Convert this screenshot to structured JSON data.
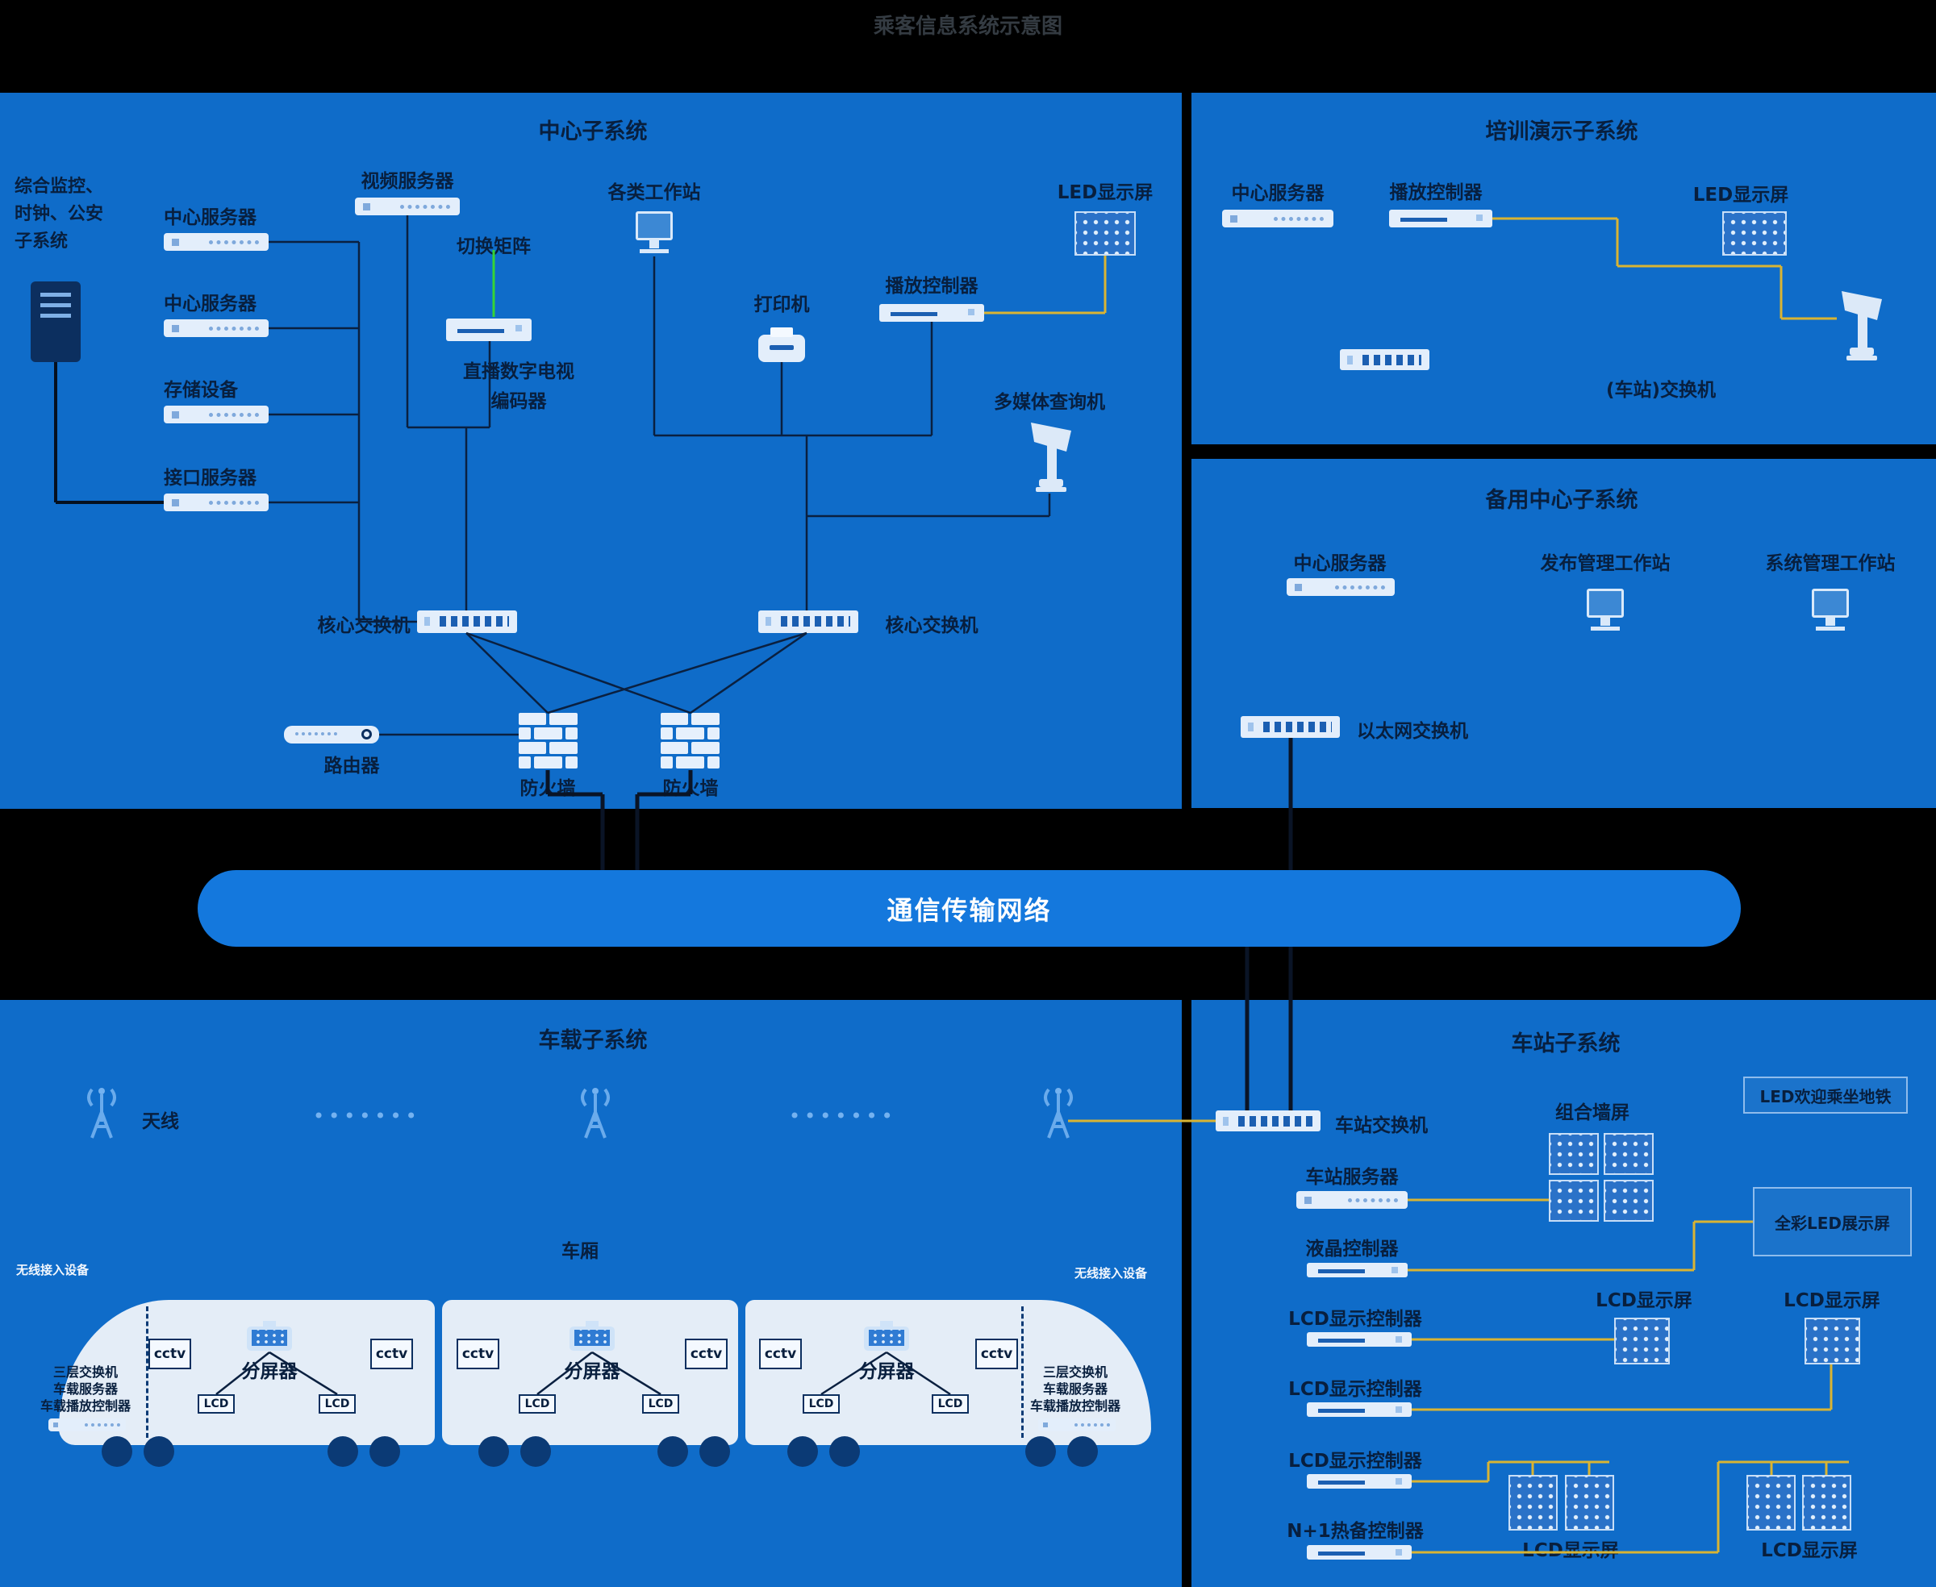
{
  "page_title": "乘客信息系统示意图",
  "network_bar": {
    "label": "通信传输网络"
  },
  "colors": {
    "panel": "#0f6cc9",
    "bar": "#1478dd",
    "accent_yellow": "#d9b433",
    "accent_green": "#35d435",
    "label": "#081f3e"
  },
  "center": {
    "title": "中心子系统",
    "side_system_lines": [
      "综合监控、",
      "时钟、公安",
      "子系统"
    ],
    "center_server_1": "中心服务器",
    "center_server_2": "中心服务器",
    "storage": "存储设备",
    "interface_server": "接口服务器",
    "video_server": "视频服务器",
    "switch_matrix": "切换矩阵",
    "encoder_line1": "直播数字电视",
    "encoder_line2": "编码器",
    "workstations": "各类工作站",
    "printer": "打印机",
    "play_controller": "播放控制器",
    "led_display": "LED显示屏",
    "kiosk": "多媒体查询机",
    "core_switch_left": "核心交换机",
    "core_switch_right": "核心交换机",
    "router": "路由器",
    "firewall_left": "防火墙",
    "firewall_right": "防火墙"
  },
  "training": {
    "title": "培训演示子系统",
    "center_server": "中心服务器",
    "play_controller": "播放控制器",
    "led_display": "LED显示屏",
    "station_switch": "(车站)交换机"
  },
  "backup": {
    "title": "备用中心子系统",
    "center_server": "中心服务器",
    "publish_workstation": "发布管理工作站",
    "system_workstation": "系统管理工作站",
    "ethernet_switch": "以太网交换机"
  },
  "onboard": {
    "title": "车载子系统",
    "antenna": "天线",
    "carriage": "车厢",
    "wireless_device_left": "无线接入设备",
    "wireless_device_right": "无线接入设备",
    "splitter": "分屏器",
    "cctv": "cctv",
    "lcd": "LCD",
    "stack_lines": [
      "三层交换机",
      "车载服务器",
      "车载播放控制器"
    ]
  },
  "station": {
    "title": "车站子系统",
    "station_switch": "车站交换机",
    "combo_wall": "组合墙屏",
    "led_welcome": "LED欢迎乘坐地铁",
    "station_server": "车站服务器",
    "lcd_controller": "液晶控制器",
    "lcd_display_controller": "LCD显示控制器",
    "n1_controller": "N+1热备控制器",
    "full_color_led": "全彩LED展示屏",
    "lcd_display": "LCD显示屏"
  }
}
